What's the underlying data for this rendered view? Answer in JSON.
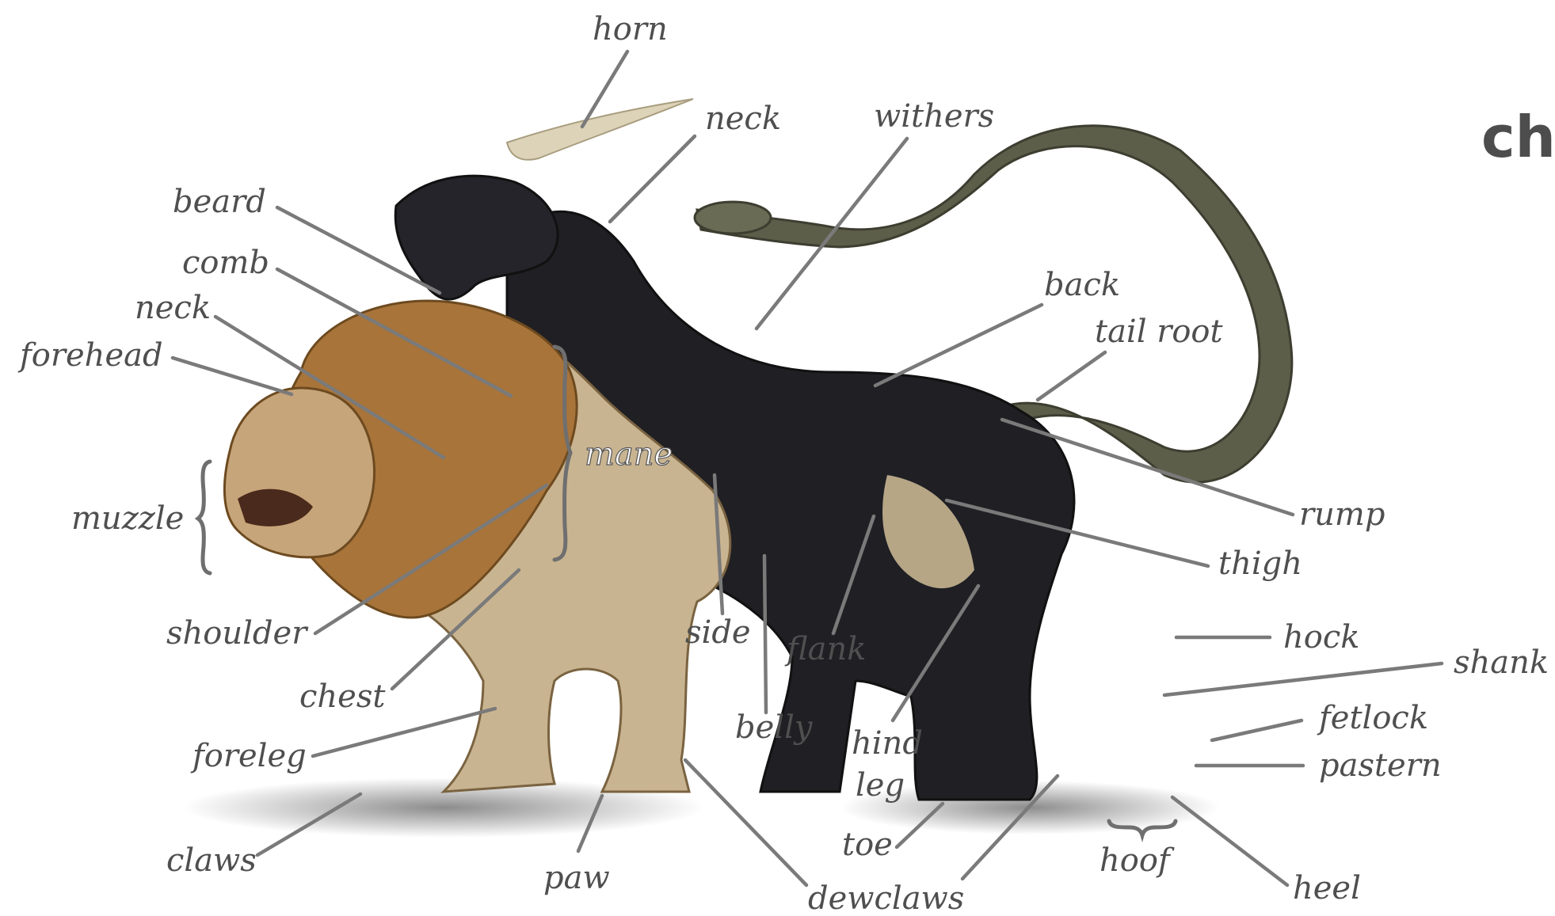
{
  "title": "ch",
  "labels": {
    "horn": "horn",
    "goat_neck": "neck",
    "withers": "withers",
    "beard": "beard",
    "comb": "comb",
    "lion_neck": "neck",
    "forehead": "forehead",
    "back": "back",
    "tail_root": "tail root",
    "muzzle": "muzzle",
    "mane": "mane",
    "rump": "rump",
    "thigh": "thigh",
    "shoulder": "shoulder",
    "side": "side",
    "flank": "flank",
    "hock": "hock",
    "shank": "shank",
    "chest": "chest",
    "belly": "belly",
    "hind_leg_1": "hind",
    "hind_leg_2": "leg",
    "fetlock": "fetlock",
    "foreleg": "foreleg",
    "pastern": "pastern",
    "toe": "toe",
    "hoof": "hoof",
    "claws": "claws",
    "paw": "paw",
    "heel": "heel",
    "dewclaws": "dewclaws"
  },
  "colors": {
    "label_text": "#4f4f4f",
    "leader_line": "#7a7a7a",
    "lion_fur": "#a8743a",
    "lion_body": "#c9b491",
    "goat_fur": "#1f1f24",
    "snake": "#5d5e4a",
    "horn": "#ddd3b8"
  }
}
